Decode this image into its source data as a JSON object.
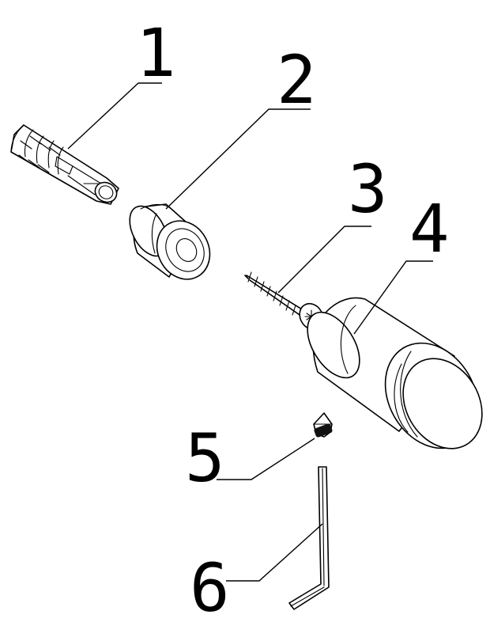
{
  "callouts": [
    {
      "id": "1",
      "label": "1",
      "part": "wall-anchor"
    },
    {
      "id": "2",
      "label": "2",
      "part": "spacer-sleeve"
    },
    {
      "id": "3",
      "label": "3",
      "part": "screw"
    },
    {
      "id": "4",
      "label": "4",
      "part": "knob-cap"
    },
    {
      "id": "5",
      "label": "5",
      "part": "set-screw"
    },
    {
      "id": "6",
      "label": "6",
      "part": "hex-key"
    }
  ],
  "colors": {
    "ink": "#000000",
    "background": "#ffffff"
  }
}
